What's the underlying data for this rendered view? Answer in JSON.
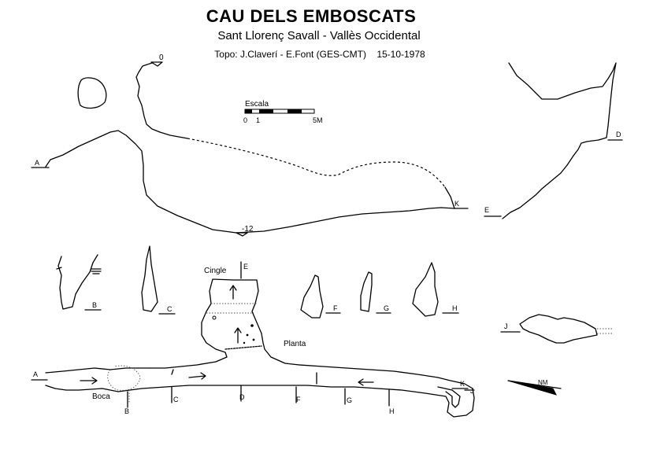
{
  "header": {
    "title": "CAU DELS EMBOSCATS",
    "location": "Sant Llorenç Savall - Vallès Occidental",
    "credits": "Topo: J.Claverí - E.Font (GES-CMT)    15-10-1978"
  },
  "scale": {
    "label": "Escala",
    "tick0": "0",
    "tick1": "1",
    "tick5": "5M"
  },
  "elevation": {
    "depth_top": "0",
    "depth_bottom": "-12"
  },
  "sections": {
    "A": "A",
    "B": "B",
    "C": "C",
    "D": "D",
    "E": "E",
    "F": "F",
    "G": "G",
    "H": "H",
    "J": "J",
    "K": "K"
  },
  "plan": {
    "label": "Planta",
    "cingle": "Cingle",
    "boca": "Boca"
  },
  "north": {
    "label": "NM"
  }
}
